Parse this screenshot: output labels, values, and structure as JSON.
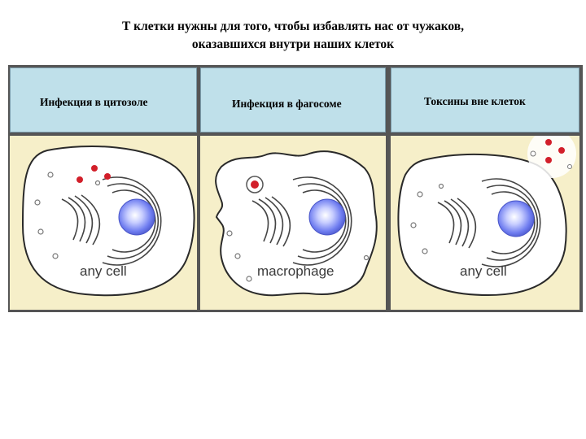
{
  "title": {
    "line1": "Т клетки нужны для того, чтобы избавлять нас от чужаков,",
    "line2": "оказавшихся внутри наших клеток"
  },
  "headers": [
    {
      "label": "Инфекция в цитозоле"
    },
    {
      "label": "Инфекция в фагосоме"
    },
    {
      "label": "Токсины вне клеток"
    }
  ],
  "panels": [
    {
      "cell_label": "any cell"
    },
    {
      "cell_label": "macrophage"
    },
    {
      "cell_label": "any cell"
    }
  ],
  "colors": {
    "header_bg": "#bfe0ea",
    "panel_bg": "#f6efc9",
    "pathogen": "#d21f2a",
    "nucleus": "#6f7df0"
  }
}
